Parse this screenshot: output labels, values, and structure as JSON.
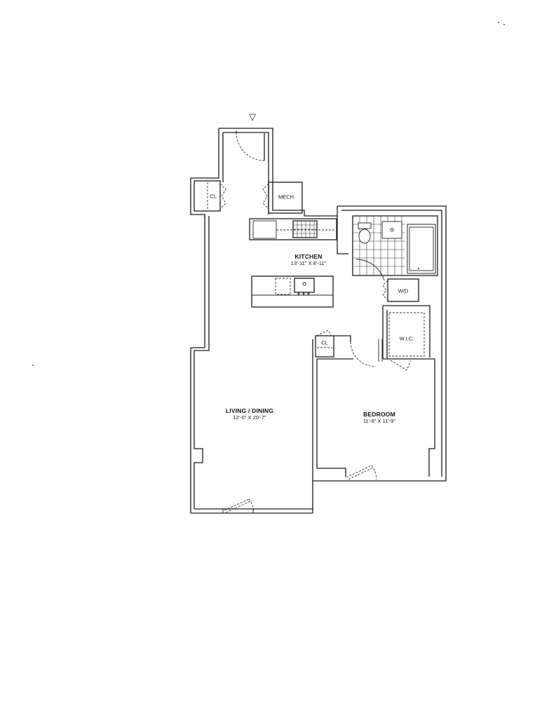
{
  "plan": {
    "entry_marker": "▽",
    "rooms": [
      {
        "id": "kitchen",
        "name": "KITCHEN",
        "dimensions": "13'-11\" X 8'-11\""
      },
      {
        "id": "living",
        "name": "LIVING / DINING",
        "dimensions": "12'-0\" X 20'-7\""
      },
      {
        "id": "bedroom",
        "name": "BEDROOM",
        "dimensions": "11'-8\" X 11'-9\""
      }
    ],
    "closets": {
      "entry_closet": "CL",
      "mech": "MECH",
      "washer_dryer": "W/D",
      "walk_in_closet": "W.I.C.",
      "bedroom_closet": "CL"
    }
  }
}
